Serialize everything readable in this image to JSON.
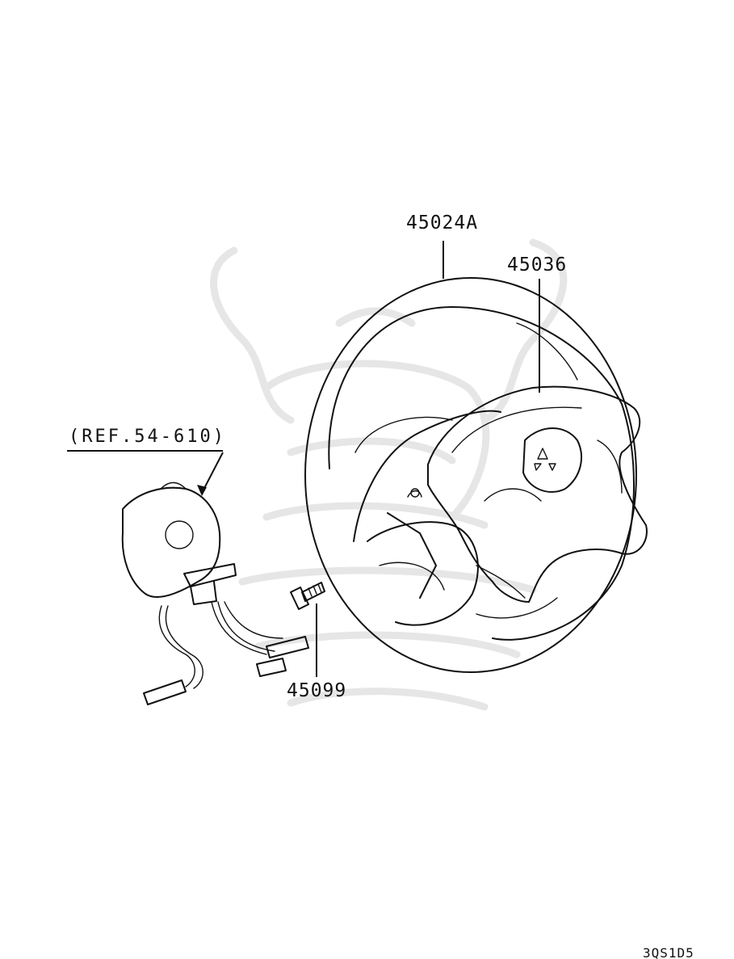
{
  "diagram": {
    "parts": {
      "steering_wheel": "45024A",
      "airbag_module": "45036",
      "bolt": "45099"
    },
    "reference": "(REF.54-610)",
    "diagram_code": "3QS1D5"
  }
}
